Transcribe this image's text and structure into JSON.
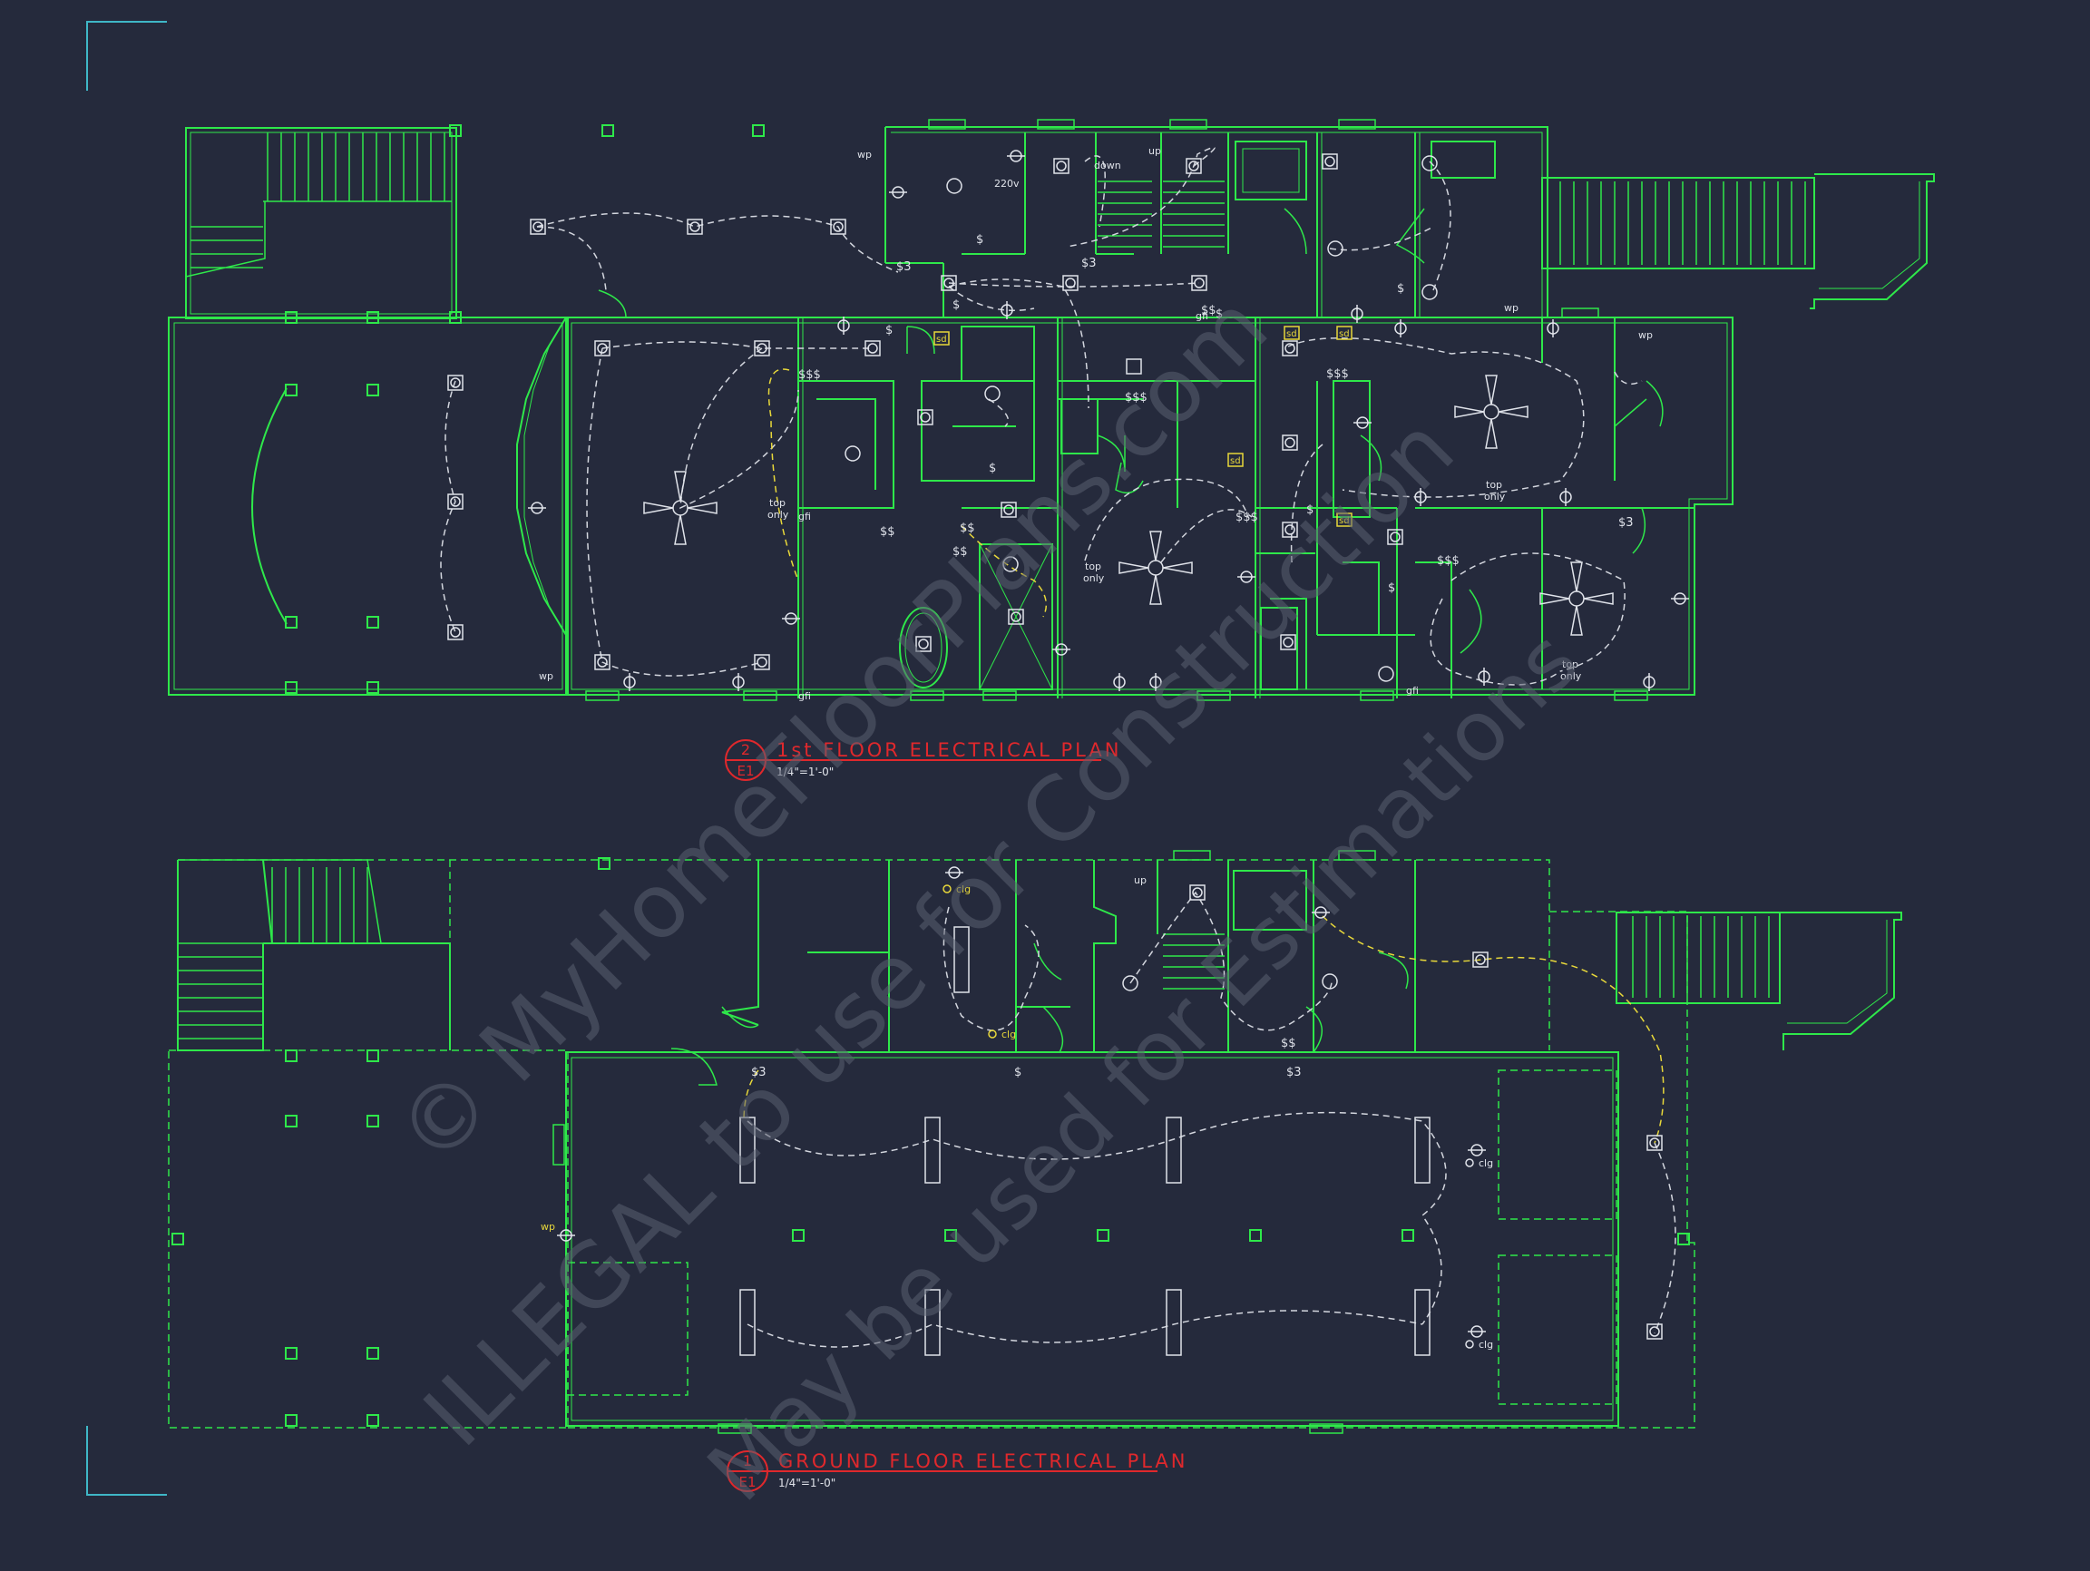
{
  "watermark": {
    "line1": "© MyHomeFloorPlans.com",
    "line2": "ILLEGAL to use for Construction",
    "line3": "May be used for Estimations"
  },
  "plans": [
    {
      "number": "2",
      "sheet": "E1",
      "title": "1st FLOOR ELECTRICAL PLAN",
      "scale": "1/4\"=1'-0\""
    },
    {
      "number": "1",
      "sheet": "E1",
      "title": "GROUND FLOOR ELECTRICAL PLAN",
      "scale": "1/4\"=1'-0\""
    }
  ],
  "labels": {
    "wp": "wp",
    "gfi": "gfi",
    "up": "up",
    "down": "down",
    "v220": "220v",
    "top": "top",
    "only": "only",
    "sd": "sd",
    "clg": "clg",
    "s": "$",
    "s3": "$3",
    "ss": "$$",
    "sss": "$$$"
  },
  "colors": {
    "background": "#252a3c",
    "wall": "#2ee84a",
    "fixture": "#e0e3ea",
    "wiring": "#d3d6de",
    "wiring_alt": "#e8d83a",
    "title": "#e0282c",
    "corner": "#3fb7c7"
  }
}
